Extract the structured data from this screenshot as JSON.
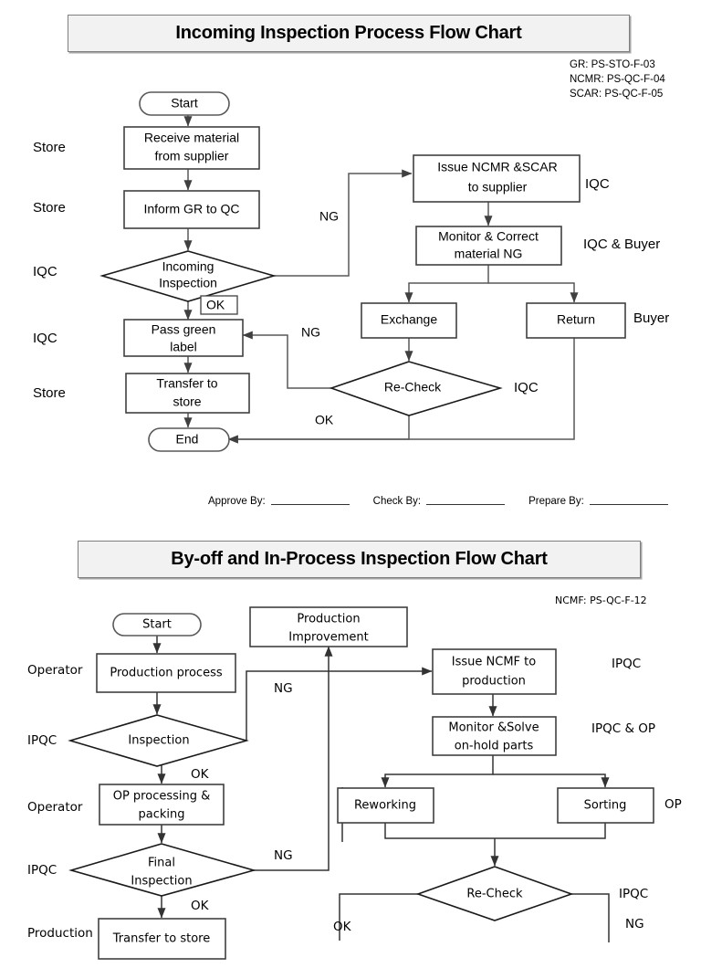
{
  "document": {
    "charts": [
      {
        "id": "incoming-inspection",
        "title": "Incoming Inspection Process Flow Chart",
        "ref_codes": [
          "GR: PS-STO-F-03",
          "NCMR: PS-QC-F-04",
          "SCAR: PS-QC-F-05"
        ],
        "role_labels_left": [
          "Store",
          "Store",
          "IQC",
          "IQC",
          "Store"
        ],
        "role_labels_right": [
          "IQC",
          "IQC & Buyer",
          "Buyer",
          "IQC"
        ],
        "nodes": {
          "start": "Start",
          "receive": "Receive material from supplier",
          "receive_l1": "Receive material",
          "receive_l2": "from supplier",
          "inform": "Inform GR to QC",
          "inspection_l1": "Incoming",
          "inspection_l2": "Inspection",
          "pass_label_l1": "Pass green",
          "pass_label_l2": "label",
          "transfer_l1": "Transfer to",
          "transfer_l2": "store",
          "end": "End",
          "issue_l1": "Issue NCMR &SCAR",
          "issue_l2": "to supplier",
          "monitor_l1": "Monitor & Correct",
          "monitor_l2": "material NG",
          "exchange": "Exchange",
          "return": "Return",
          "recheck": "Re-Check"
        },
        "edge_labels": {
          "ng_top": "NG",
          "ng_mid": "NG",
          "ok_inspection": "OK",
          "ok_recheck": "OK"
        }
      },
      {
        "id": "byoff-inprocess",
        "title": "By-off and In-Process Inspection Flow Chart",
        "ref_codes": [
          "NCMF: PS-QC-F-12"
        ],
        "role_labels_left": [
          "Operator",
          "IPQC",
          "Operator",
          "IPQC",
          "Production"
        ],
        "role_labels_right": [
          "IPQC",
          "IPQC & OP",
          "OP",
          "IPQC"
        ],
        "nodes": {
          "start": "Start",
          "production_process": "Production process",
          "inspection": "Inspection",
          "op_processing_l1": "OP processing &",
          "op_processing_l2": "packing",
          "final_inspection_l1": "Final",
          "final_inspection_l2": "Inspection",
          "transfer_store": "Transfer to store",
          "improvement_l1": "Production",
          "improvement_l2": "Improvement",
          "issue_ncmf_l1": "Issue NCMF to",
          "issue_ncmf_l2": "production",
          "monitor_l1": "Monitor &Solve",
          "monitor_l2": "on-hold parts",
          "reworking": "Reworking",
          "sorting": "Sorting",
          "recheck": "Re-Check"
        },
        "edge_labels": {
          "ng_inspection": "NG",
          "ok_inspection": "OK",
          "ng_final": "NG",
          "ok_final": "OK",
          "ok_recheck": "OK",
          "ng_recheck": "NG"
        }
      }
    ],
    "signature_row": {
      "items": [
        {
          "label": "Approve By:"
        },
        {
          "label": "Check By:"
        },
        {
          "label": "Prepare By:"
        }
      ]
    }
  }
}
